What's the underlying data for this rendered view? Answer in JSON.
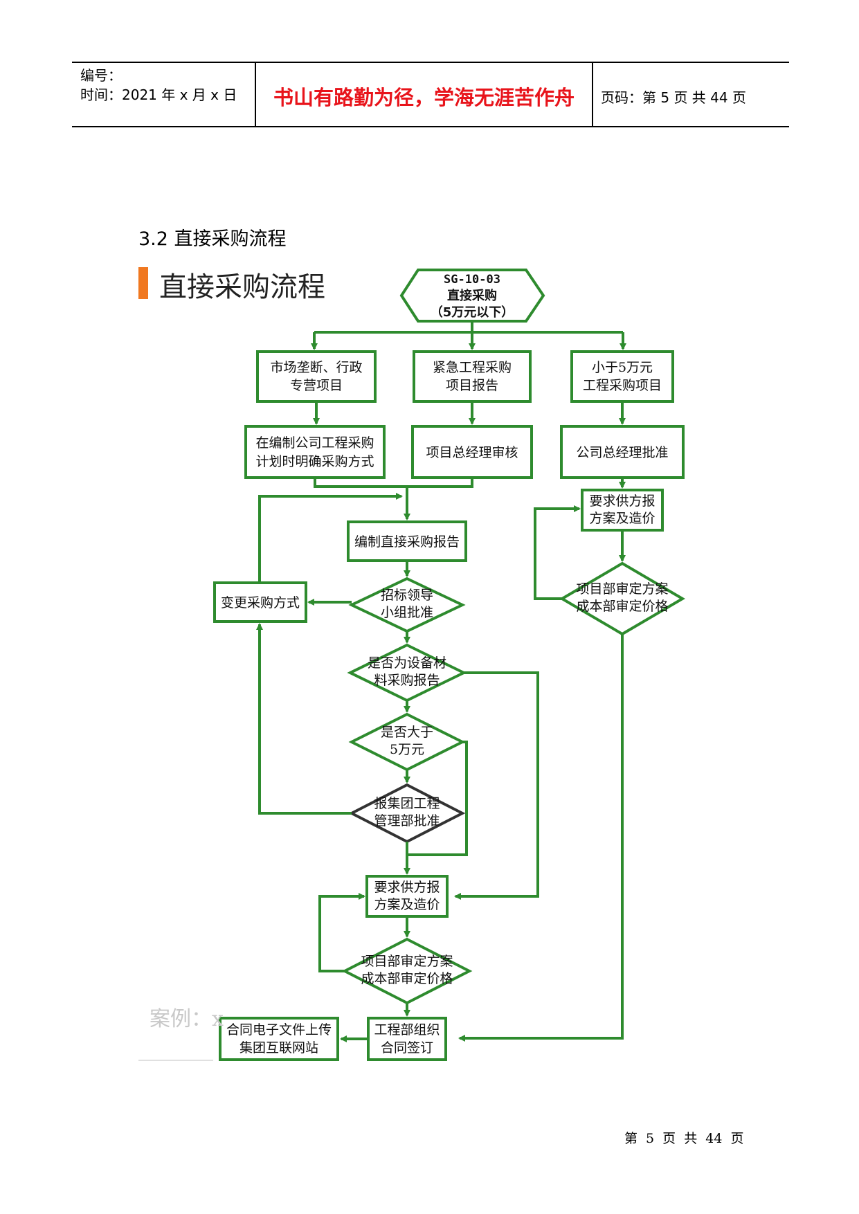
{
  "header": {
    "number_label": "编号：",
    "time_label": "时间：2021 年 x 月 x 日",
    "motto": "书山有路勤为径，学海无涯苦作舟",
    "page_label": "页码：第 5 页  共 44 页"
  },
  "section_title": "3.2 直接采购流程",
  "flowchart": {
    "banner": "直接采购流程",
    "start": {
      "code": "SG-10-03",
      "title": "直接采购",
      "subtitle": "（5万元以下）"
    },
    "boxes": {
      "monopoly": [
        "市场垄断、行政",
        "专营项目"
      ],
      "urgent": [
        "紧急工程采购",
        "项目报告"
      ],
      "small": [
        "小于5万元",
        "工程采购项目"
      ],
      "plan": [
        "在编制公司工程采购",
        "计划时明确采购方式"
      ],
      "pm_review": [
        "项目总经理审核"
      ],
      "gm_approve": [
        "公司总经理批准"
      ],
      "supplier_quote_right": [
        "要求供方报",
        "方案及造价"
      ],
      "compile_report": [
        "编制直接采购报告"
      ],
      "change_method": [
        "变更采购方式"
      ],
      "supplier_quote_center": [
        "要求供方报",
        "方案及造价"
      ],
      "engineering_sign": [
        "工程部组织",
        "合同签订"
      ],
      "upload": [
        "合同电子文件上传",
        "集团互联网站"
      ]
    },
    "diamonds": {
      "tender_group": [
        "招标领导",
        "小组批准"
      ],
      "equipment": [
        "是否为设备材",
        "料采购报告"
      ],
      "over_5w": [
        "是否大于",
        "5万元"
      ],
      "group_dept": [
        "报集团工程",
        "管理部批准"
      ],
      "review_center": [
        "项目部审定方案",
        "成本部审定价格"
      ],
      "review_right": [
        "项目部审定方案",
        "成本部审定价格"
      ]
    },
    "faded_case": "案例：x"
  },
  "footer": "第 5 页 共 44 页",
  "colors": {
    "flow_green": "#2e8b2e",
    "motto_red": "#e8141b",
    "banner_orange": "#f07820"
  }
}
